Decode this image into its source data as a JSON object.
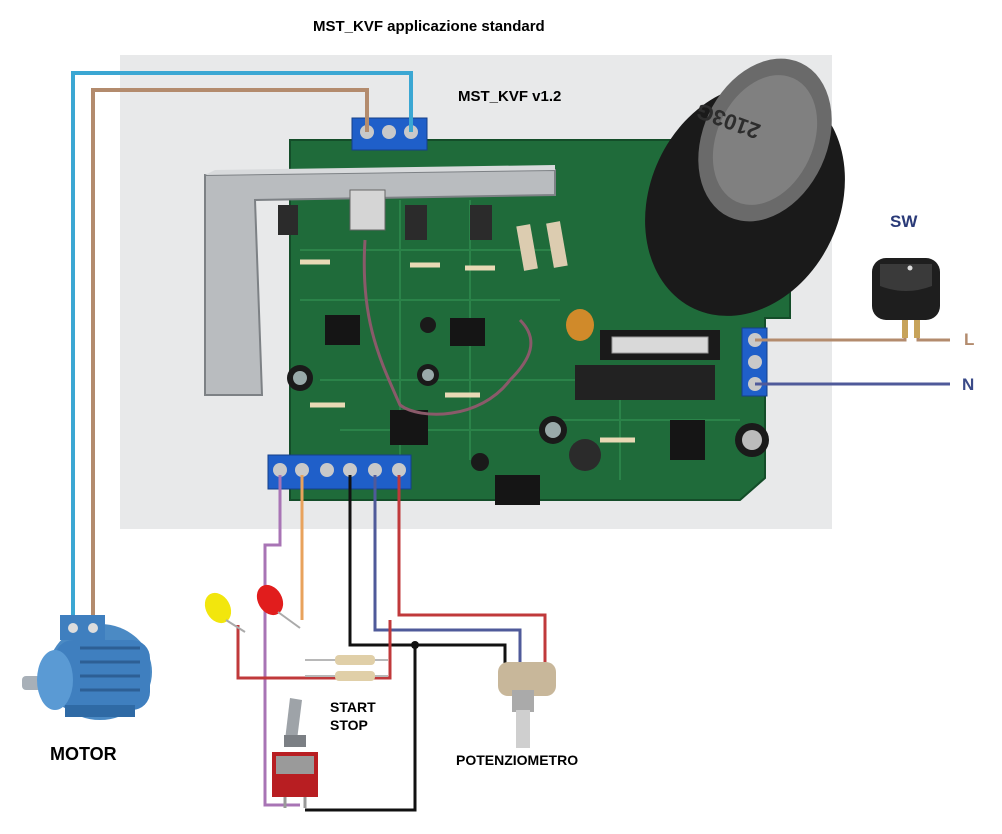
{
  "title": "MST_KVF   applicazione standard",
  "board_label": "MST_KVF  v1.2",
  "switch_label": "SW",
  "line_label": "L",
  "neutral_label": "N",
  "motor_label": "MOTOR",
  "start_label": "START",
  "stop_label": "STOP",
  "pot_label": "POTENZIOMETRO",
  "capacitor_marking": "2103G",
  "colors": {
    "wire_cyan": "#3ba7d3",
    "wire_brown": "#b38b6d",
    "wire_purple": "#a874b5",
    "wire_orange": "#e8a25c",
    "wire_black": "#111111",
    "wire_navy": "#4f5a9a",
    "wire_red": "#c0393b",
    "pcb_green": "#1f6b3a",
    "terminal_blue": "#1f5fc9"
  }
}
